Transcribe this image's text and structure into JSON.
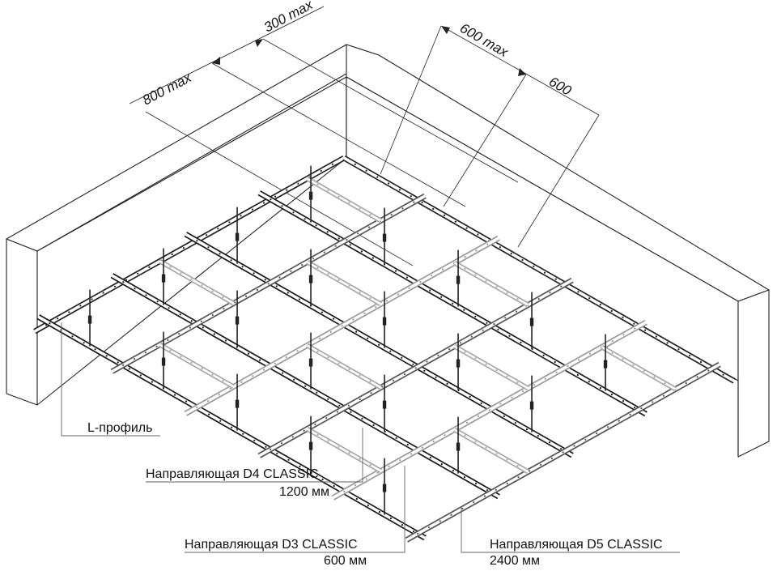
{
  "dimensions": {
    "d1": "300 max",
    "d2": "600 max",
    "d3": "800 max",
    "d4": "600"
  },
  "callouts": {
    "l_profile": "L-профиль",
    "d4_name": "Направляющая D4 CLASSIC",
    "d4_len": "1200 мм",
    "d3_name": "Направляющая D3 CLASSIC",
    "d3_len": "600 мм",
    "d5_name": "Направляющая D5 CLASSIC",
    "d5_len": "2400 мм"
  }
}
